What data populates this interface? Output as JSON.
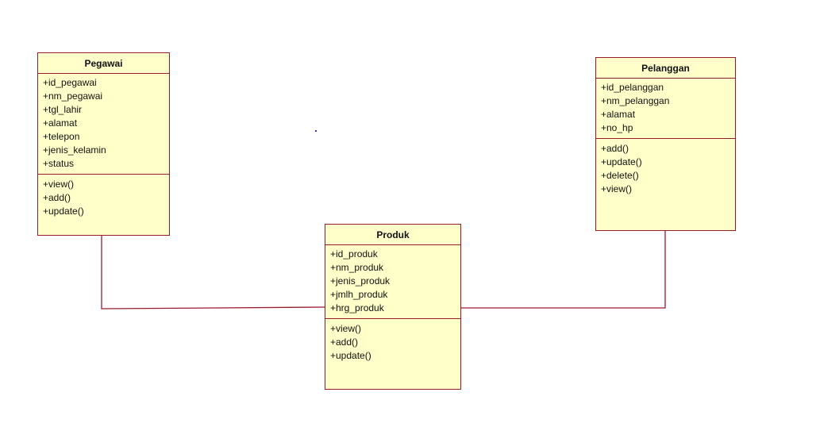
{
  "classes": {
    "pegawai": {
      "name": "Pegawai",
      "attributes": [
        "+id_pegawai",
        "+nm_pegawai",
        "+tgl_lahir",
        "+alamat",
        "+telepon",
        "+jenis_kelamin",
        "+status"
      ],
      "operations": [
        "+view()",
        "+add()",
        "+update()"
      ]
    },
    "pelanggan": {
      "name": "Pelanggan",
      "attributes": [
        "+id_pelanggan",
        "+nm_pelanggan",
        "+alamat",
        "+no_hp"
      ],
      "operations": [
        "+add()",
        "+update()",
        "+delete()",
        "+view()"
      ]
    },
    "produk": {
      "name": "Produk",
      "attributes": [
        "+id_produk",
        "+nm_produk",
        "+jenis_produk",
        "+jmlh_produk",
        "+hrg_produk"
      ],
      "operations": [
        "+view()",
        "+add()",
        "+update()"
      ]
    }
  },
  "colors": {
    "class_fill": "#ffffc9",
    "class_border": "#9a1b2e",
    "connector": "#9a1b2e"
  }
}
